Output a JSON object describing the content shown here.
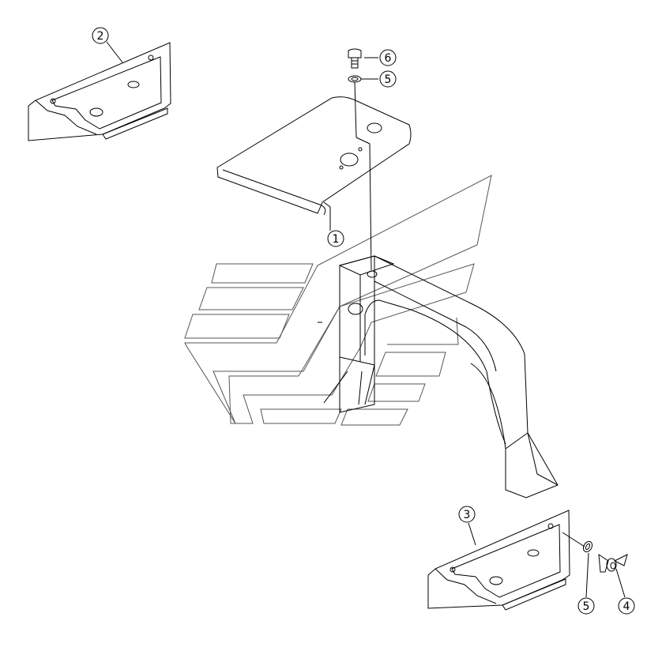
{
  "callouts": [
    {
      "id": "c1",
      "label": "1"
    },
    {
      "id": "c2",
      "label": "2"
    },
    {
      "id": "c3",
      "label": "3"
    },
    {
      "id": "c4",
      "label": "4"
    },
    {
      "id": "c5a",
      "label": "5"
    },
    {
      "id": "c5b",
      "label": "5"
    },
    {
      "id": "c6",
      "label": "6"
    }
  ],
  "colors": {
    "line": "#000000",
    "ghost": "#555555",
    "background": "#ffffff"
  }
}
